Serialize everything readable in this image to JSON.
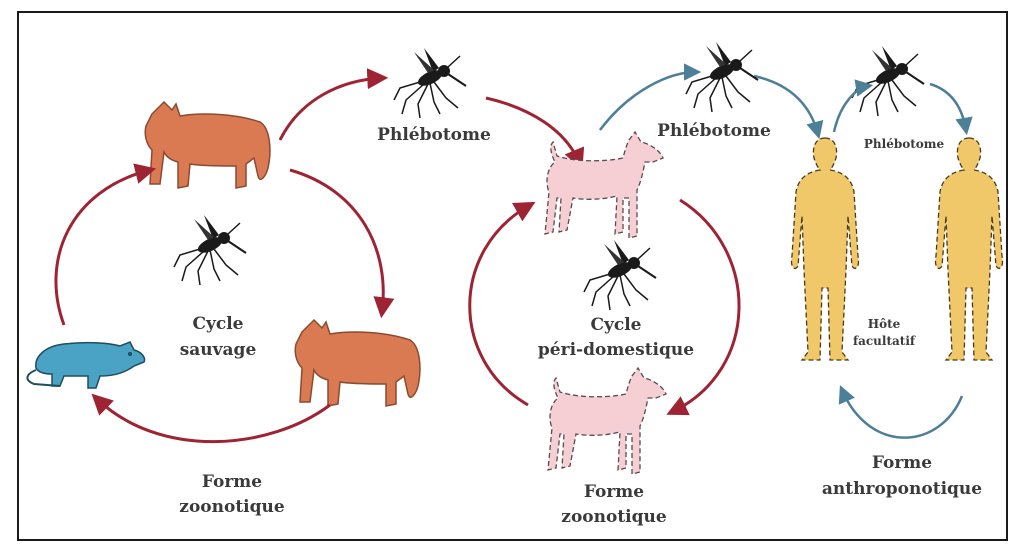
{
  "labels": {
    "vector_top_left": "Phlébotome",
    "vector_top_middle": "Phlébotome",
    "vector_top_right": "Phlébotome",
    "cycle_sauvage_line1": "Cycle",
    "cycle_sauvage_line2": "sauvage",
    "cycle_peri_line1": "Cycle",
    "cycle_peri_line2": "péri-domestique",
    "hote_line1": "Hôte",
    "hote_line2": "facultatif",
    "forme_zoo_left_line1": "Forme",
    "forme_zoo_left_line2": "zoonotique",
    "forme_zoo_mid_line1": "Forme",
    "forme_zoo_mid_line2": "zoonotique",
    "forme_anthro_line1": "Forme",
    "forme_anthro_line2": "anthroponotique"
  },
  "colors": {
    "wild_animal": "#d97a52",
    "rodent": "#4aa3c4",
    "dog": "#f6cfd4",
    "human": "#f0c86a",
    "arrow_red": "#9e2433",
    "arrow_blue": "#4e7f99",
    "insect": "#1a1a1a",
    "text": "#3a3a3a"
  },
  "icons": {
    "wild_animal": "wild-animal-icon",
    "rodent": "rodent-icon",
    "dog": "dog-icon",
    "human": "human-icon",
    "sandfly": "sandfly-icon"
  }
}
